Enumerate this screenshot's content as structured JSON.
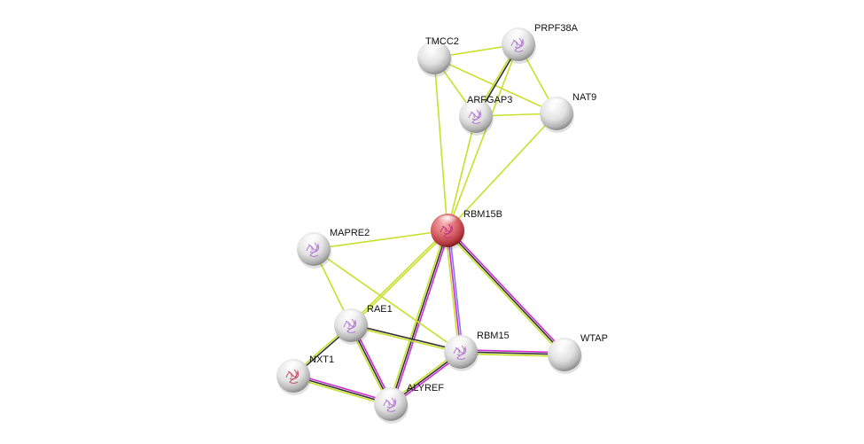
{
  "network": {
    "colors": {
      "textmining": "#c7e02a",
      "coexpression": "#333333",
      "experiments": "#d12ad1",
      "databases": "#7a7aff",
      "query_node": "#d9545a",
      "node": "#d0d0d0"
    },
    "nodes": [
      {
        "id": "TMCC2",
        "label": "TMCC2",
        "query": false,
        "structure": false
      },
      {
        "id": "PRPF38A",
        "label": "PRPF38A",
        "query": false,
        "structure": true
      },
      {
        "id": "ARFGAP3",
        "label": "ARFGAP3",
        "query": false,
        "structure": true
      },
      {
        "id": "NAT9",
        "label": "NAT9",
        "query": false,
        "structure": false
      },
      {
        "id": "RBM15B",
        "label": "RBM15B",
        "query": true,
        "structure": true
      },
      {
        "id": "MAPRE2",
        "label": "MAPRE2",
        "query": false,
        "structure": true
      },
      {
        "id": "RAE1",
        "label": "RAE1",
        "query": false,
        "structure": true
      },
      {
        "id": "RBM15",
        "label": "RBM15",
        "query": false,
        "structure": true
      },
      {
        "id": "WTAP",
        "label": "WTAP",
        "query": false,
        "structure": false
      },
      {
        "id": "NXT1",
        "label": "NXT1",
        "query": false,
        "structure": true
      },
      {
        "id": "ALYREF",
        "label": "ALYREF",
        "query": false,
        "structure": true
      }
    ],
    "edges": [
      {
        "a": "TMCC2",
        "b": "PRPF38A",
        "types": [
          "textmining"
        ]
      },
      {
        "a": "TMCC2",
        "b": "ARFGAP3",
        "types": [
          "textmining"
        ]
      },
      {
        "a": "TMCC2",
        "b": "NAT9",
        "types": [
          "textmining"
        ]
      },
      {
        "a": "TMCC2",
        "b": "RBM15B",
        "types": [
          "textmining"
        ]
      },
      {
        "a": "PRPF38A",
        "b": "ARFGAP3",
        "types": [
          "coexpression",
          "textmining"
        ]
      },
      {
        "a": "PRPF38A",
        "b": "NAT9",
        "types": [
          "textmining"
        ]
      },
      {
        "a": "PRPF38A",
        "b": "RBM15B",
        "types": [
          "textmining"
        ]
      },
      {
        "a": "ARFGAP3",
        "b": "NAT9",
        "types": [
          "textmining"
        ]
      },
      {
        "a": "ARFGAP3",
        "b": "RBM15B",
        "types": [
          "textmining"
        ]
      },
      {
        "a": "NAT9",
        "b": "RBM15B",
        "types": [
          "textmining"
        ]
      },
      {
        "a": "RBM15B",
        "b": "MAPRE2",
        "types": [
          "textmining"
        ]
      },
      {
        "a": "RBM15B",
        "b": "RAE1",
        "types": [
          "textmining",
          "textmining"
        ]
      },
      {
        "a": "RBM15B",
        "b": "RBM15",
        "types": [
          "databases",
          "experiments",
          "textmining"
        ]
      },
      {
        "a": "RBM15B",
        "b": "WTAP",
        "types": [
          "experiments",
          "coexpression",
          "textmining"
        ]
      },
      {
        "a": "RBM15B",
        "b": "ALYREF",
        "types": [
          "experiments",
          "coexpression",
          "textmining"
        ]
      },
      {
        "a": "MAPRE2",
        "b": "RAE1",
        "types": [
          "textmining"
        ]
      },
      {
        "a": "MAPRE2",
        "b": "RBM15",
        "types": [
          "textmining"
        ]
      },
      {
        "a": "RAE1",
        "b": "RBM15",
        "types": [
          "coexpression",
          "textmining"
        ]
      },
      {
        "a": "RAE1",
        "b": "NXT1",
        "types": [
          "coexpression",
          "textmining"
        ]
      },
      {
        "a": "RAE1",
        "b": "ALYREF",
        "types": [
          "experiments",
          "coexpression",
          "textmining"
        ]
      },
      {
        "a": "RBM15",
        "b": "WTAP",
        "types": [
          "experiments",
          "coexpression",
          "textmining"
        ]
      },
      {
        "a": "RBM15",
        "b": "ALYREF",
        "types": [
          "experiments",
          "coexpression",
          "textmining"
        ]
      },
      {
        "a": "NXT1",
        "b": "ALYREF",
        "types": [
          "experiments",
          "coexpression",
          "textmining"
        ]
      }
    ]
  }
}
